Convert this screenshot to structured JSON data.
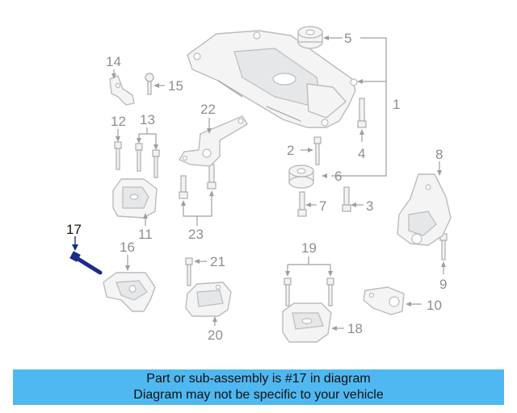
{
  "diagram": {
    "part_labels": [
      "1",
      "2",
      "3",
      "4",
      "5",
      "6",
      "7",
      "8",
      "9",
      "10",
      "11",
      "12",
      "13",
      "14",
      "15",
      "16",
      "17",
      "18",
      "19",
      "20",
      "21",
      "22",
      "23"
    ],
    "highlighted_part": "17"
  },
  "banner": {
    "line1": "Part or sub-assembly is #17 in diagram",
    "line2": "Diagram may not be specific to your vehicle"
  },
  "colors": {
    "banner_bg": "#4fb8f0",
    "highlight": "#1a2a8c",
    "line_gray": "#9aa0a5"
  }
}
